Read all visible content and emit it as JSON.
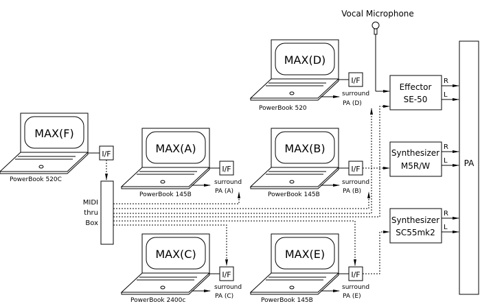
{
  "diagram": {
    "laptops": [
      {
        "id": "F",
        "screen": "MAX(F)",
        "model": "PowerBook 520C",
        "has_surround": false
      },
      {
        "id": "A",
        "screen": "MAX(A)",
        "model": "PowerBook 145B",
        "surround": "surround",
        "pa": "PA (A)"
      },
      {
        "id": "B",
        "screen": "MAX(B)",
        "model": "PowerBook 145B",
        "surround": "surround",
        "pa": "PA (B)"
      },
      {
        "id": "C",
        "screen": "MAX(C)",
        "model": "PowerBook 2400c",
        "surround": "surround",
        "pa": "PA (C)"
      },
      {
        "id": "D",
        "screen": "MAX(D)",
        "model": "PowerBook 520",
        "surround": "surround",
        "pa": "PA (D)"
      },
      {
        "id": "E",
        "screen": "MAX(E)",
        "model": "PowerBook 145B",
        "surround": "surround",
        "pa": "PA (E)"
      }
    ],
    "interface_label": "I/F",
    "midi_box": {
      "line1": "MIDI",
      "line2": "thru",
      "line3": "Box"
    },
    "microphone": "Vocal Microphone",
    "devices": {
      "effector": {
        "line1": "Effector",
        "line2": "SE-50"
      },
      "synth1": {
        "line1": "Synthesizer",
        "line2": "M5R/W"
      },
      "synth2": {
        "line1": "Synthesizer",
        "line2": "SC55mk2"
      }
    },
    "channel_r": "R",
    "channel_l": "L",
    "pa": "PA"
  }
}
